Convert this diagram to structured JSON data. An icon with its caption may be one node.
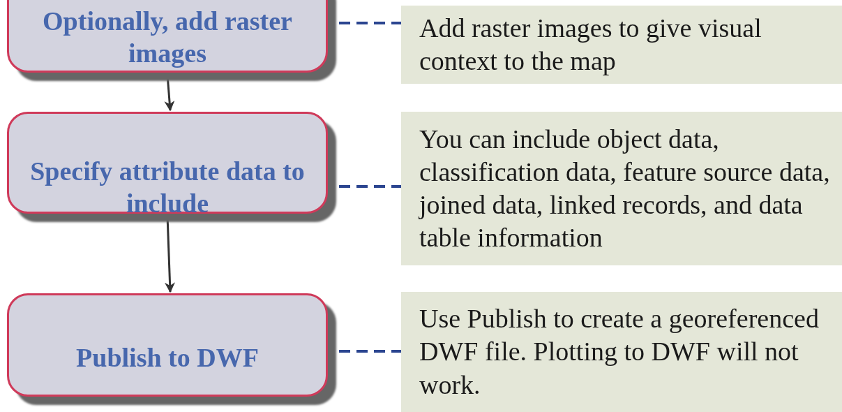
{
  "diagram": {
    "nodes": [
      {
        "text": [
          "Optionally, add raster images"
        ]
      },
      {
        "text": [
          "Add raster images to give visual context to the map"
        ]
      },
      {
        "text": [
          "Specify attribute data to include"
        ]
      },
      {
        "text": [
          "You can include object data, classification data, feature source data, joined data, linked records, and data table information"
        ]
      },
      {
        "text": [
          "Publish to DWF"
        ]
      },
      {
        "text": [
          "Use Publish to create a georeferenced DWF file. Plotting to DWF will not work."
        ]
      }
    ],
    "edges": [
      {
        "from": 0,
        "to": 2,
        "arrow": "to",
        "color": "#333333"
      },
      {
        "from": 2,
        "to": 4,
        "arrow": "to",
        "color": "#333333"
      },
      {
        "from": 0,
        "to": 1,
        "arrow": "none",
        "style": "dashed"
      },
      {
        "from": 2,
        "to": 3,
        "arrow": "none",
        "style": "dashed"
      },
      {
        "from": 4,
        "to": 5,
        "arrow": "none",
        "style": "dashed"
      }
    ]
  }
}
